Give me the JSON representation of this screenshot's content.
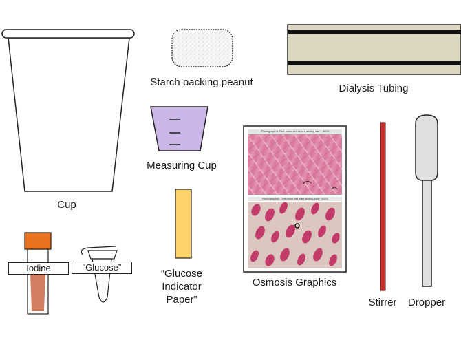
{
  "labels": {
    "cup": "Cup",
    "starch_peanut": "Starch packing peanut",
    "dialysis_tubing": "Dialysis Tubing",
    "measuring_cup": "Measuring Cup",
    "glucose_paper_1": "“Glucose",
    "glucose_paper_2": "Indicator",
    "glucose_paper_3": "Paper”",
    "osmosis_graphics": "Osmosis Graphics",
    "stirrer": "Stirrer",
    "dropper": "Dropper",
    "iodine": "Iodine",
    "glucose_tube": "“Glucose”"
  },
  "photos": {
    "a_caption": "Photograph A: Red onion cell before adding salt ~ 400X",
    "b_caption": "Photograph B: Red onion cell after adding salt ~ 400X"
  },
  "colors": {
    "measuring_cup_fill": "#cbb6e8",
    "tubing_fill": "#dbd6c0",
    "iodine_cap": "#e8731e",
    "iodine_liquid": "#d27c62",
    "paper_fill": "#fdd36a",
    "stirrer_fill": "#c9302c",
    "dropper_fill": "#e0e0e0"
  }
}
